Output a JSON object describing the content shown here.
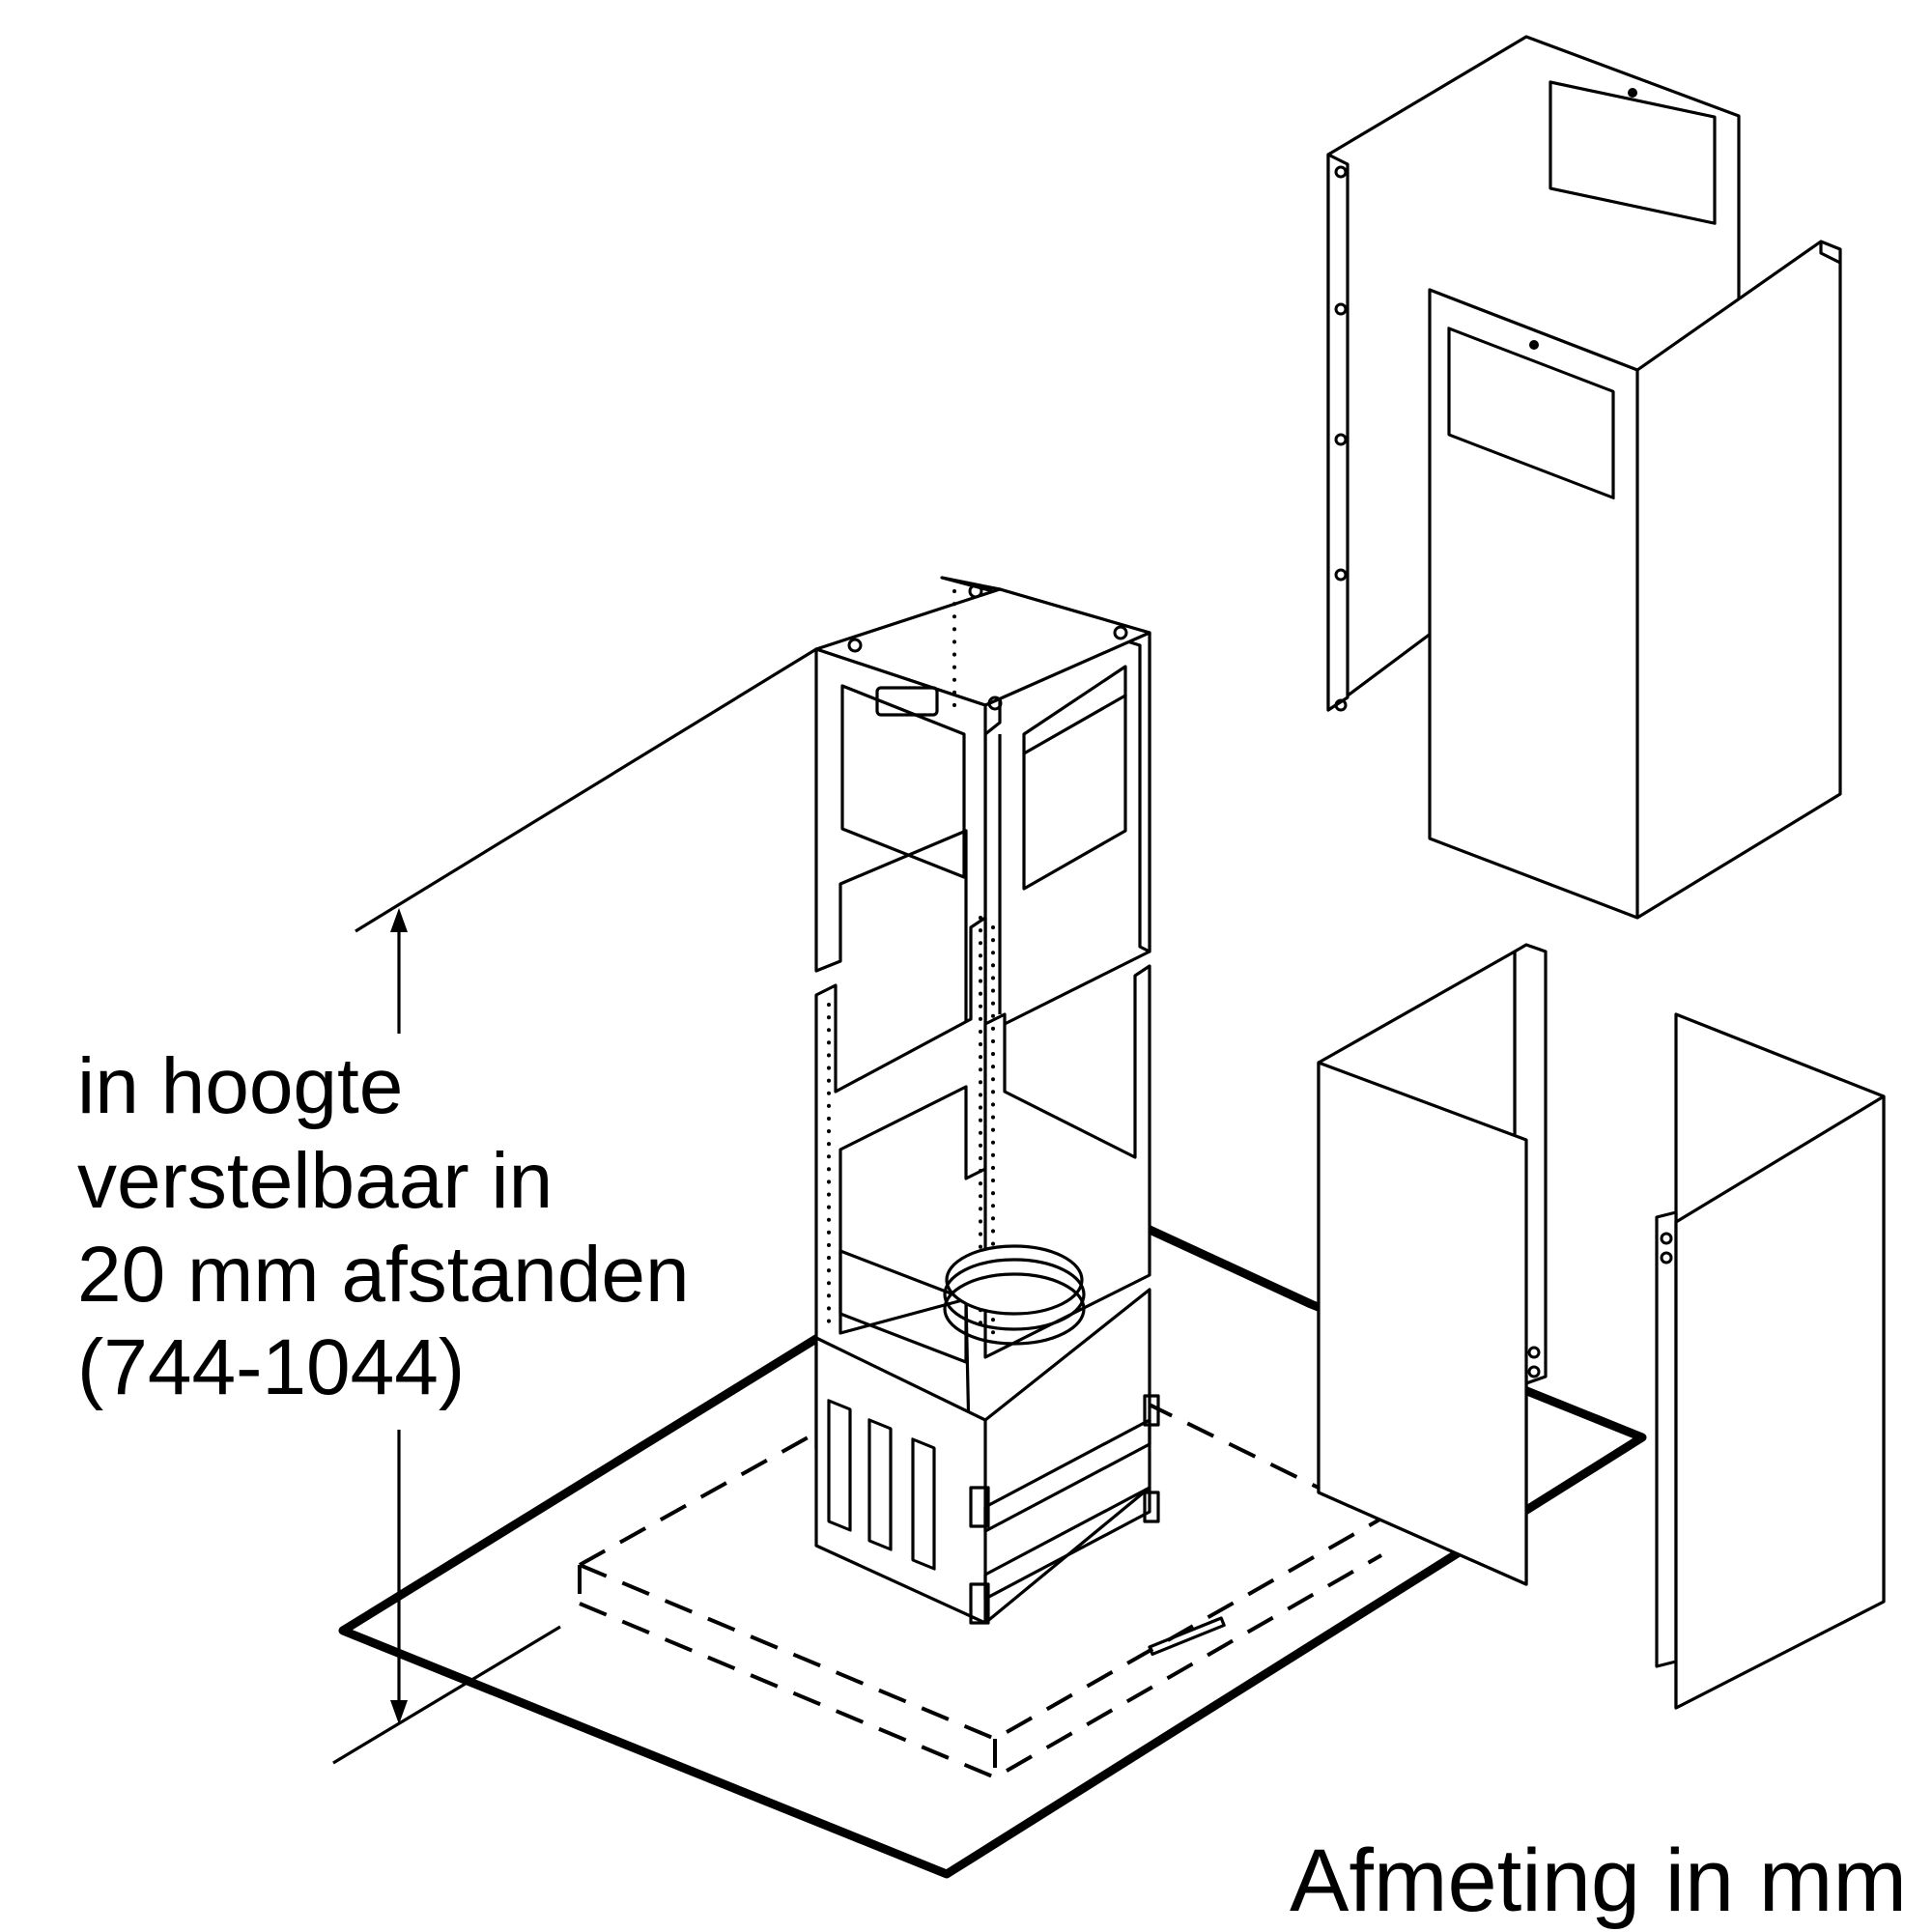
{
  "labels": {
    "adjust_line1": "in hoogte",
    "adjust_line2": "verstelbaar in",
    "adjust_line3": "20 mm afstanden",
    "adjust_line4": "(744-1044)",
    "units": "Afmeting in mm"
  }
}
